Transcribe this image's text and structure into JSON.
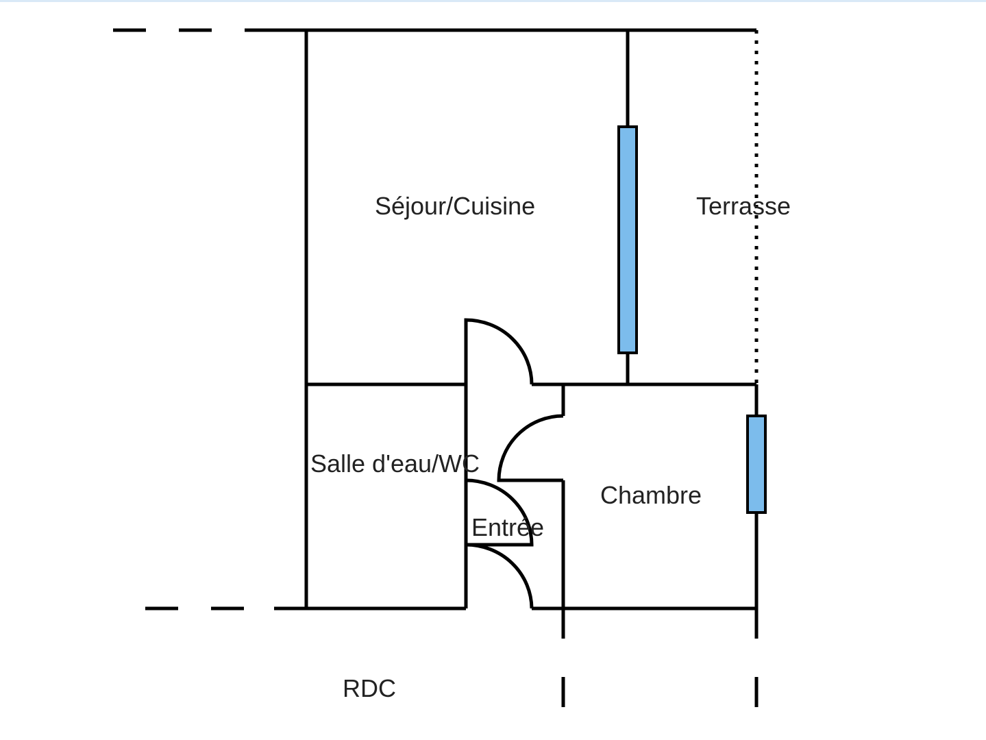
{
  "plan": {
    "level_label": "RDC",
    "rooms": {
      "sejour_cuisine": "Séjour/Cuisine",
      "terrasse": "Terrasse",
      "salle_eau_wc": "Salle d'eau/WC",
      "chambre": "Chambre",
      "entree": "Entrée"
    },
    "colors": {
      "wall": "#000000",
      "window": "#7cbcec",
      "label": "#222222",
      "top_border": "#d9e9f7"
    }
  }
}
